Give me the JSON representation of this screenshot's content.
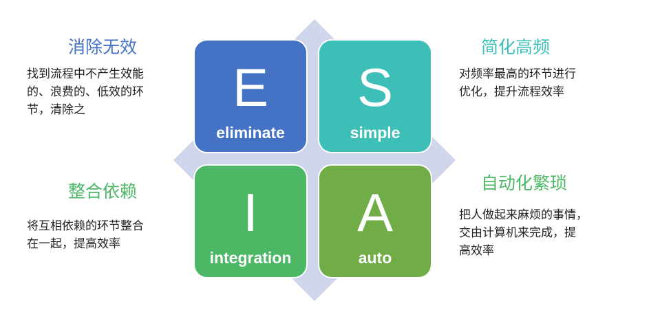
{
  "quadrants": [
    {
      "key": "E",
      "letter": "E",
      "word": "eliminate",
      "heading": "消除无效",
      "description": "找到流程中不产生效能\n的、浪费的、低效的环\n节，清除之",
      "color": "#4472c4"
    },
    {
      "key": "S",
      "letter": "S",
      "word": "simple",
      "heading": "简化高频",
      "description": "对频率最高的环节进行\n优化，提升流程效率",
      "color": "#3dbfb7"
    },
    {
      "key": "I",
      "letter": "I",
      "word": "integration",
      "heading": "整合依赖",
      "description": "将互相依赖的环节整合\n在一起，提高效率",
      "color": "#4cb765"
    },
    {
      "key": "A",
      "letter": "A",
      "word": "auto",
      "heading": "自动化繁琐",
      "description": "把人做起来麻烦的事情，\n交由计算机来完成，提\n高效率",
      "color": "#70ad47"
    }
  ],
  "background_diamond_color": "#cfd5ea"
}
